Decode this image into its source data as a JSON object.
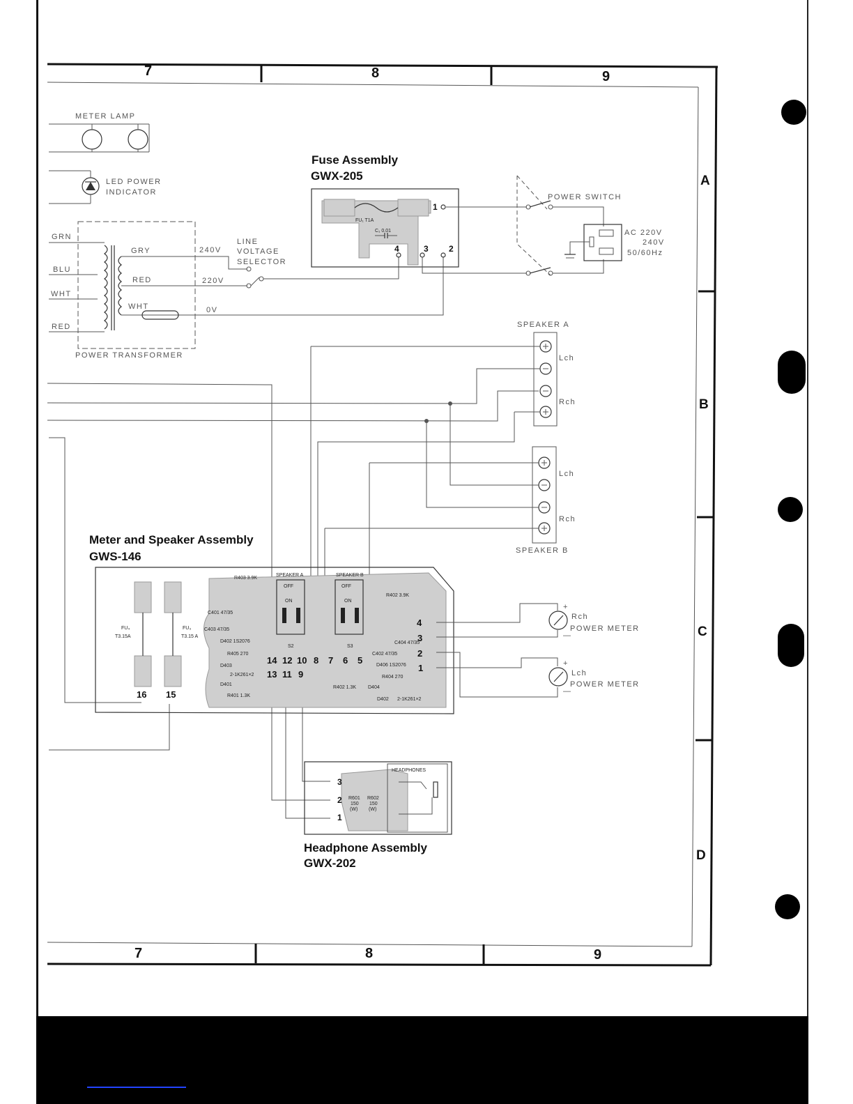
{
  "grid": {
    "columns": [
      "7",
      "8",
      "9"
    ],
    "rows": [
      "A",
      "B",
      "C",
      "D"
    ]
  },
  "transformer_section": {
    "meter_lamp": "METER LAMP",
    "led_power_indicator": [
      "LED POWER",
      "INDICATOR"
    ],
    "power_transformer": "POWER TRANSFORMER",
    "primary_wires": [
      "GRN",
      "BLU",
      "WHT",
      "RED"
    ],
    "secondary_wires": [
      "GRY",
      "RED",
      "WHT"
    ],
    "taps": [
      "240V",
      "220V",
      "0V"
    ],
    "line_voltage_selector": [
      "LINE",
      "VOLTAGE",
      "SELECTOR"
    ]
  },
  "fuse_assembly": {
    "title": "Fuse Assembly",
    "code": "GWX-205",
    "fuse": "FU₁  T1A",
    "cap": "C₁ 0.01",
    "pins": [
      "1",
      "2",
      "3",
      "4"
    ]
  },
  "power_section": {
    "power_switch": "POWER SWITCH",
    "ac": [
      "AC 220V",
      "240V",
      "50/60Hz"
    ]
  },
  "speakers": {
    "speaker_a": "SPEAKER A",
    "speaker_b": "SPEAKER B",
    "lch": "Lch",
    "rch": "Rch"
  },
  "meter_speaker_assembly": {
    "title": "Meter and Speaker Assembly",
    "code": "GWS-146",
    "fuses": [
      "FU₄",
      "T3.15A",
      "FU₃",
      "T3.15 A"
    ],
    "switches": [
      "SPEAKER A",
      "SPEAKER B",
      "OFF",
      "ON",
      "S2",
      "S3"
    ],
    "components": [
      "R403 3.9K",
      "C401 47/35",
      "C403 47/35",
      "D402 1S2076",
      "R405 270",
      "D403",
      "2-1K261×2",
      "D401",
      "R401 1.3K",
      "R402 3.9K",
      "C404 47/35",
      "C402 47/35",
      "D406 1S2076",
      "R404 270",
      "R402 1.3K",
      "D404",
      "D402",
      "2-1K261×2"
    ],
    "pins_top": [
      "14",
      "12",
      "10",
      "8",
      "7",
      "6",
      "5"
    ],
    "pins_bottom": [
      "13",
      "11",
      "9"
    ],
    "pins_right": [
      "4",
      "3",
      "2",
      "1"
    ],
    "fuse_pins": [
      "16",
      "15"
    ]
  },
  "meters": {
    "rch_power_meter": [
      "Rch",
      "POWER METER"
    ],
    "lch_power_meter": [
      "Lch",
      "POWER METER"
    ],
    "plus": "+",
    "minus": "—"
  },
  "headphone_assembly": {
    "title": "Headphone Assembly",
    "code": "GWX-202",
    "jack": "HEADPHONES",
    "pins": [
      "3",
      "2",
      "1"
    ],
    "resistors": [
      "R601",
      "150",
      "(W)",
      "R602",
      "150",
      "(W)"
    ]
  }
}
